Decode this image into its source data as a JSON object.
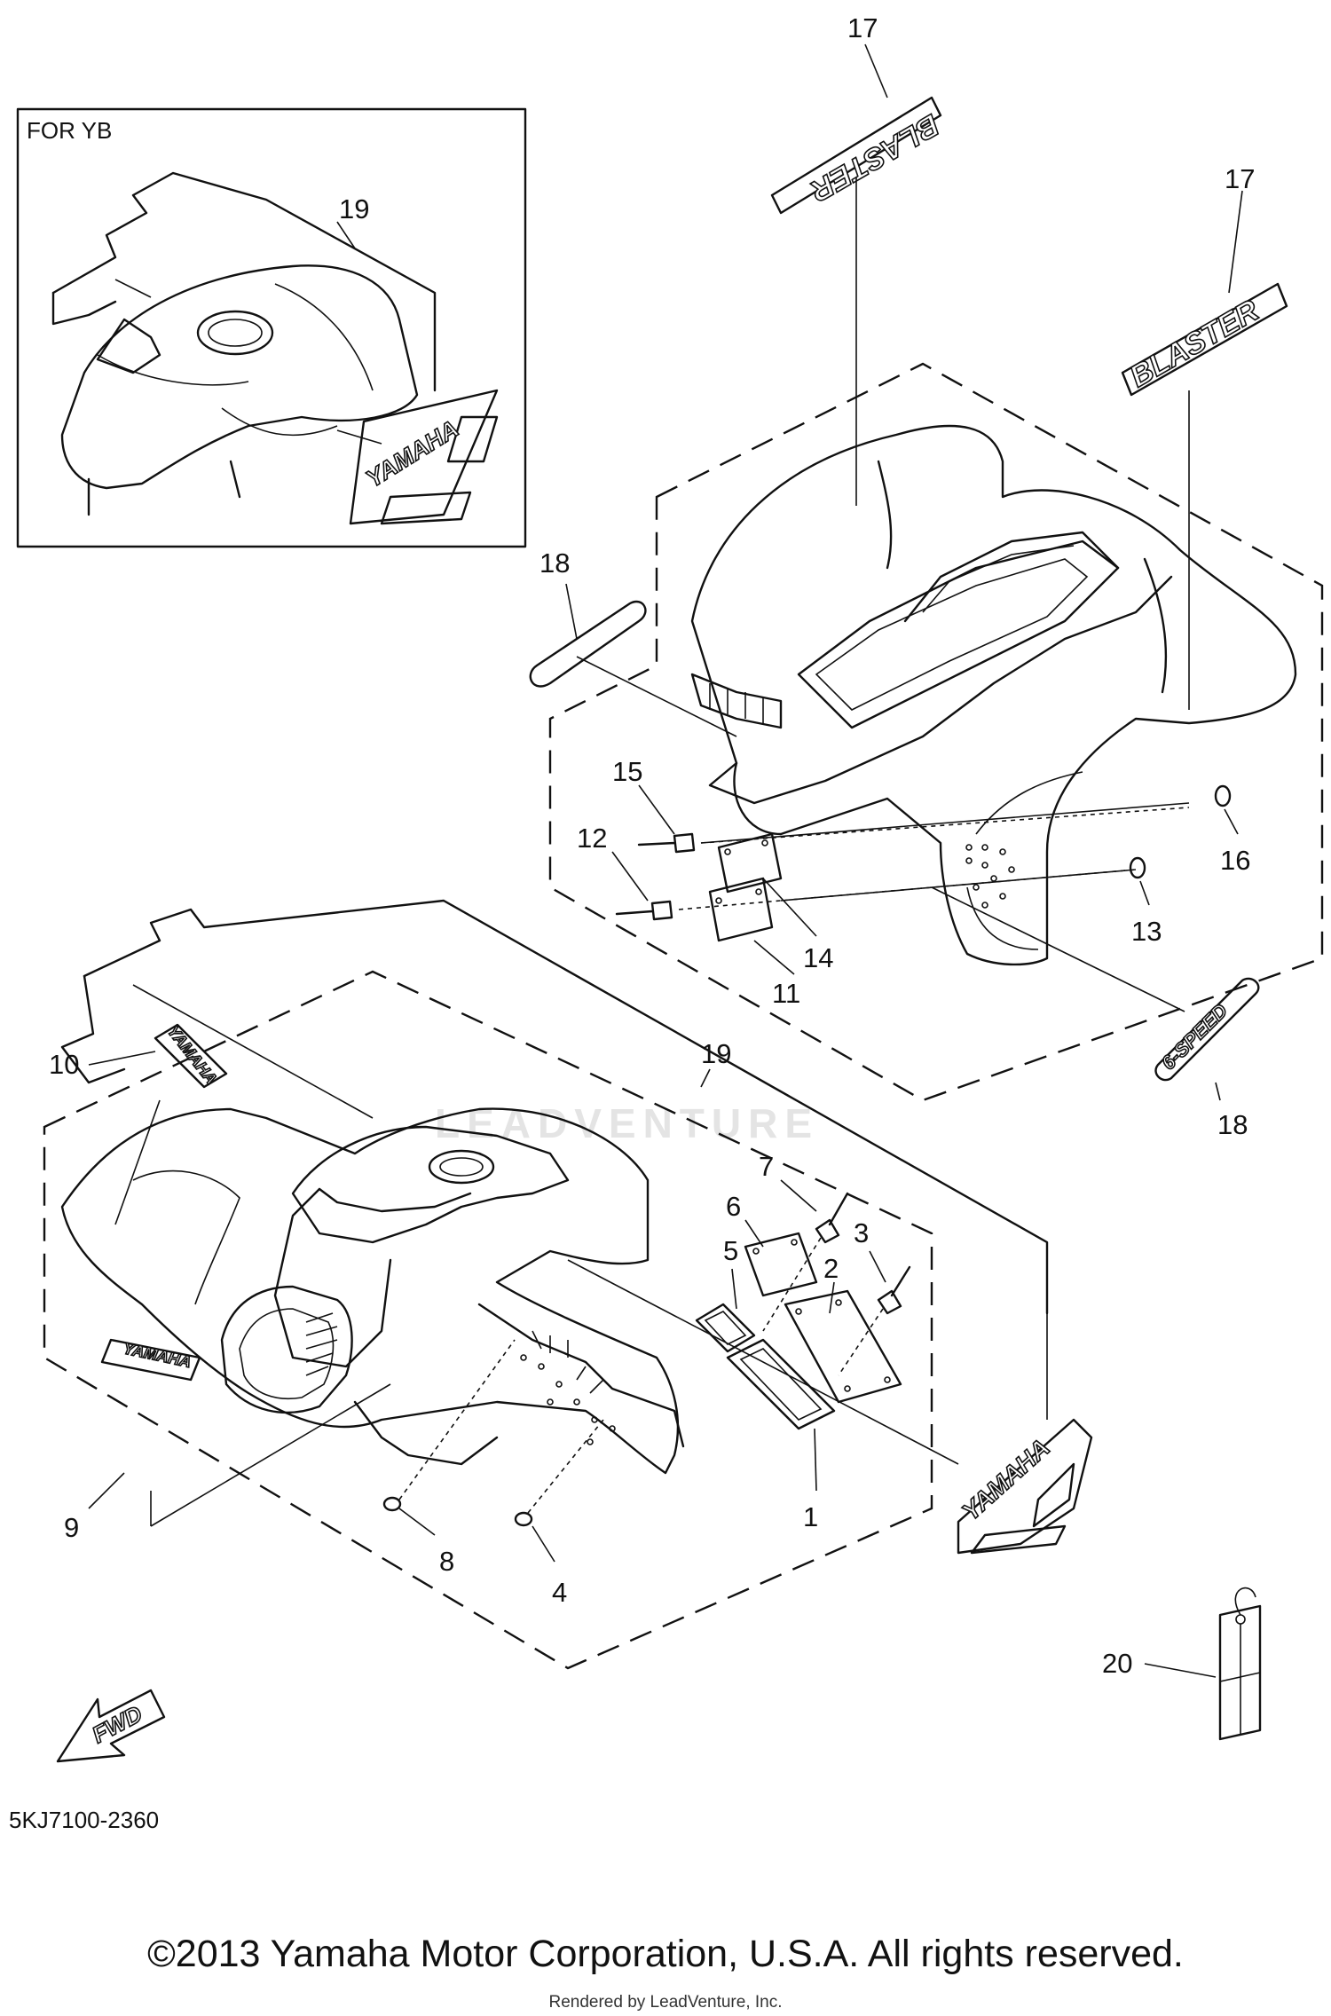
{
  "diagram": {
    "inset_label": "FOR YB",
    "diagram_code": "5KJ7100-2360",
    "copyright": "©2013 Yamaha Motor Corporation, U.S.A. All rights reserved.",
    "rendered_by": "Rendered by LeadVenture, Inc.",
    "watermark": "LEADVENTURE",
    "fwd_label": "FWD",
    "decals": {
      "blaster": "BLASTER",
      "yamaha": "YAMAHA",
      "six_speed": "6-SPEED"
    },
    "callouts": {
      "inset_19": "19",
      "top_17": "17",
      "right_17": "17",
      "left_18": "18",
      "right_18": "18",
      "c15": "15",
      "c12": "12",
      "c16": "16",
      "c13": "13",
      "c14": "14",
      "c11": "11",
      "front_19": "19",
      "c10": "10",
      "c7": "7",
      "c6": "6",
      "c3": "3",
      "c5": "5",
      "c2": "2",
      "c1": "1",
      "c9": "9",
      "c8": "8",
      "c4": "4",
      "c20": "20"
    }
  }
}
